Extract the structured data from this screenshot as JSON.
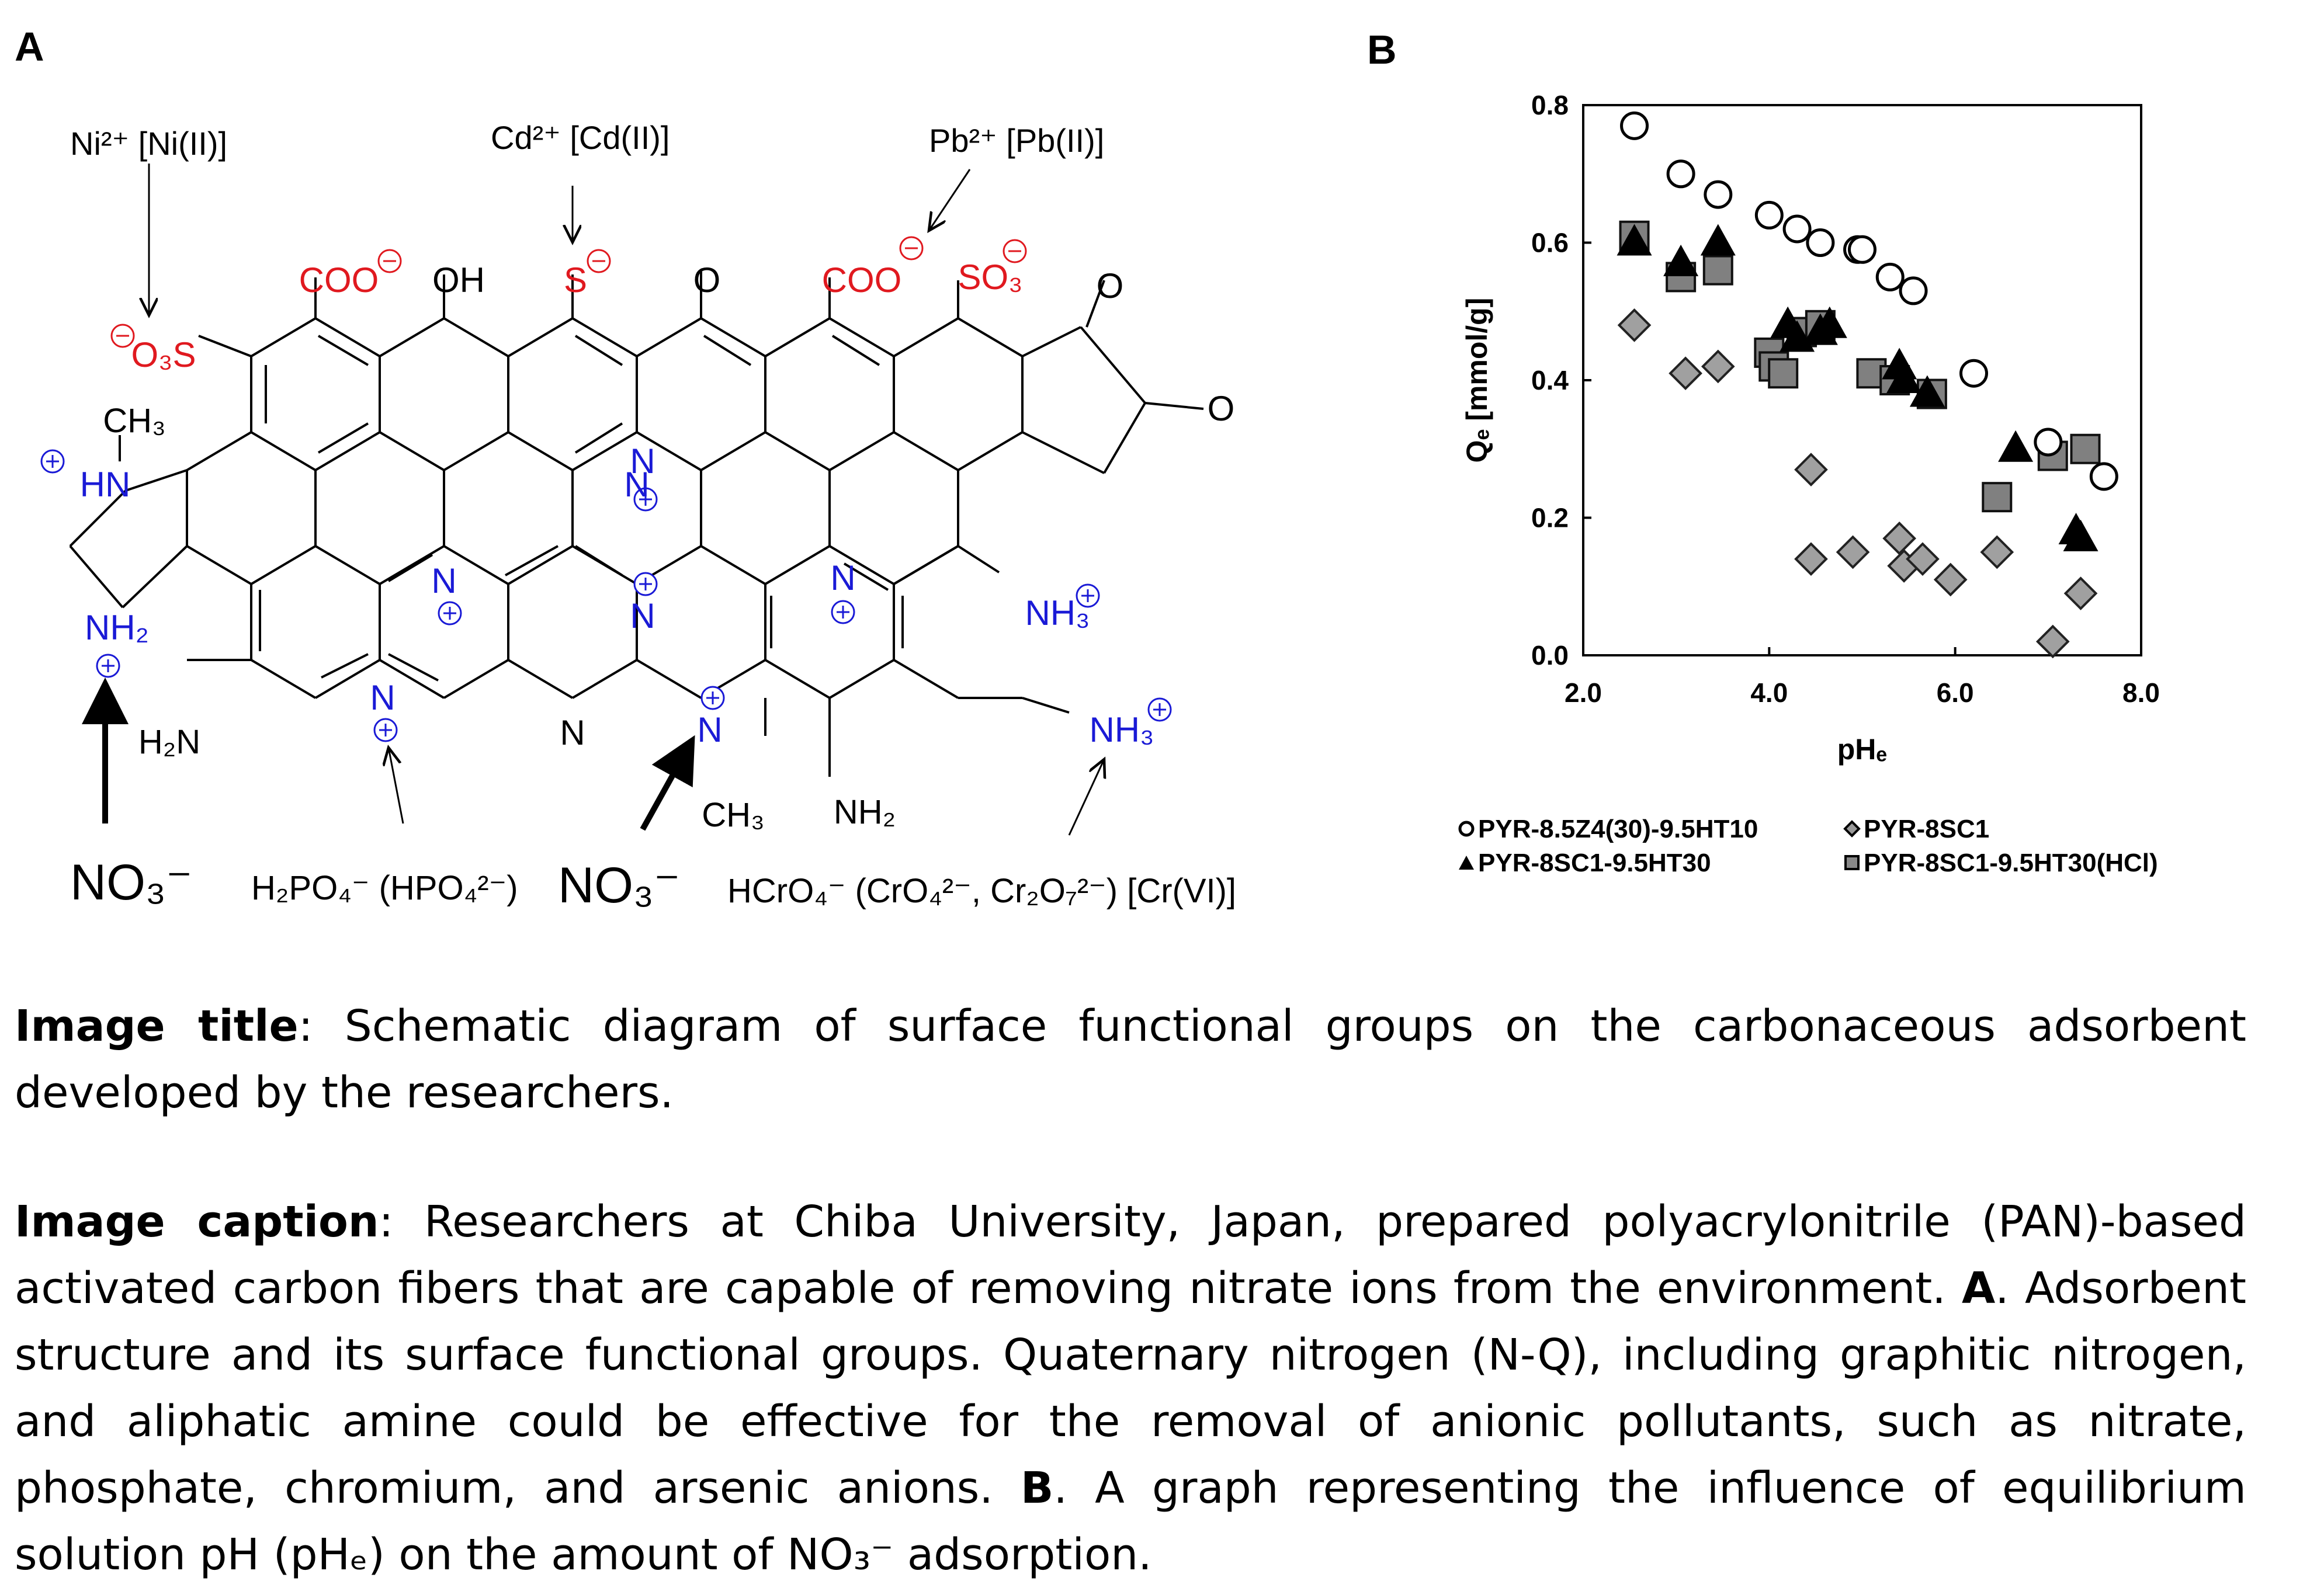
{
  "panel_a": {
    "letter": "A",
    "labels": {
      "ni": "Ni²⁺ [Ni(II)]",
      "cd": "Cd²⁺ [Cd(II)]",
      "pb": "Pb²⁺ [Pb(II)]",
      "coo1": "COO",
      "oh": "OH",
      "s": "S",
      "o_top1": "O",
      "coo2": "COO",
      "so3_top": "SO₃",
      "o_top2": "O",
      "o_right": "O",
      "o3s": "O₃S",
      "ch3_top": "CH₃",
      "hn": "HN",
      "nh2_ring": "NH₂",
      "n_plus1": "N",
      "n_plus2": "N",
      "n_plus3": "N",
      "n_plus4": "N",
      "n_plus5": "N",
      "n_plus6": "N",
      "n_lone": "N",
      "n_methyl": "N",
      "nh3_1": "NH₃",
      "nh3_2": "NH₃",
      "h2n": "H₂N",
      "ch3_bottom": "CH₃",
      "nh2_bottom": "NH₂",
      "no3_left": "NO₃⁻",
      "h2po4": "H₂PO₄⁻ (HPO₄²⁻)",
      "no3_mid": "NO₃⁻",
      "hcro4": "HCrO₄⁻ (CrO₄²⁻, Cr₂O₇²⁻) [Cr(VI)]"
    },
    "colors": {
      "anion": "#e0191f",
      "cation": "#1a1ad6",
      "bond": "#000000"
    }
  },
  "panel_b": {
    "letter": "B",
    "legend": [
      {
        "symbol": "circle-open",
        "label": "PYR-8.5Z4(30)-9.5HT10"
      },
      {
        "symbol": "diamond-gray",
        "label": "PYR-8SC1"
      },
      {
        "symbol": "triangle-black",
        "label": "PYR-8SC1-9.5HT30"
      },
      {
        "symbol": "square-gray",
        "label": "PYR-8SC1-9.5HT30(HCl)"
      }
    ]
  },
  "chart_data": {
    "type": "scatter",
    "xlabel": "pHₑ",
    "ylabel": "Qₑ [mmol/g]",
    "xlim": [
      2.0,
      8.0
    ],
    "ylim": [
      0.0,
      0.8
    ],
    "xticks": [
      "2.0",
      "4.0",
      "6.0",
      "8.0"
    ],
    "yticks": [
      "0.0",
      "0.2",
      "0.4",
      "0.6",
      "0.8"
    ],
    "series": [
      {
        "name": "PYR-8.5Z4(30)-9.5HT10",
        "marker": "circle-open",
        "x": [
          2.55,
          3.05,
          3.45,
          4.0,
          4.3,
          4.55,
          4.95,
          5.0,
          5.3,
          5.55,
          6.2,
          7.0,
          7.6
        ],
        "y": [
          0.77,
          0.7,
          0.67,
          0.64,
          0.62,
          0.6,
          0.59,
          0.59,
          0.55,
          0.53,
          0.41,
          0.31,
          0.26
        ]
      },
      {
        "name": "PYR-8SC1",
        "marker": "diamond-gray",
        "x": [
          2.55,
          3.1,
          3.45,
          4.45,
          4.45,
          4.9,
          5.4,
          5.45,
          5.65,
          5.95,
          6.45,
          7.05,
          7.35
        ],
        "y": [
          0.48,
          0.41,
          0.42,
          0.27,
          0.14,
          0.15,
          0.17,
          0.13,
          0.14,
          0.11,
          0.15,
          0.02,
          0.09
        ]
      },
      {
        "name": "PYR-8SC1-9.5HT30",
        "marker": "triangle-black",
        "x": [
          2.55,
          3.05,
          3.45,
          4.2,
          4.3,
          4.55,
          4.65,
          5.4,
          5.45,
          5.7,
          6.65,
          7.3,
          7.35
        ],
        "y": [
          0.6,
          0.57,
          0.6,
          0.48,
          0.46,
          0.47,
          0.48,
          0.42,
          0.4,
          0.38,
          0.3,
          0.18,
          0.17
        ]
      },
      {
        "name": "PYR-8SC1-9.5HT30(HCl)",
        "marker": "square-gray",
        "x": [
          2.55,
          3.05,
          3.45,
          4.0,
          4.05,
          4.15,
          4.35,
          4.55,
          5.1,
          5.35,
          5.75,
          6.45,
          7.05,
          7.4
        ],
        "y": [
          0.61,
          0.55,
          0.56,
          0.44,
          0.42,
          0.41,
          0.47,
          0.48,
          0.41,
          0.4,
          0.38,
          0.23,
          0.29,
          0.3
        ]
      }
    ]
  },
  "caption": {
    "title_label": "Image title",
    "title_text": ": Schematic diagram of surface functional groups on the carbonaceous adsorbent developed by the researchers.",
    "caption_label": "Image caption",
    "caption_text_1": ": Researchers at Chiba University, Japan, prepared polyacrylonitrile (PAN)-based activated carbon fibers that are capable of removing nitrate ions from the environment. ",
    "caption_a": "A",
    "caption_text_2": ". Adsorbent structure and its surface functional groups. Quaternary nitrogen (N-Q), including graphitic nitrogen, and aliphatic amine could be effective for the removal of anionic pollutants, such as nitrate, phosphate, chromium, and arsenic anions. ",
    "caption_b": "B",
    "caption_text_3": ". A graph representing the influence of equilibrium solution pH (pHₑ) on the amount of NO₃⁻ adsorption."
  }
}
